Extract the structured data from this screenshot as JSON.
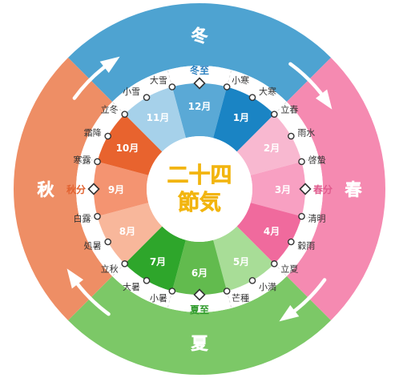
{
  "center_title_line1": "二十四",
  "center_title_line2": "節気",
  "seasons": [
    {
      "label": "冬",
      "color": "#4ea3d1"
    },
    {
      "label": "春",
      "color": "#f58ab1"
    },
    {
      "label": "夏",
      "color": "#7cc867"
    },
    {
      "label": "秋",
      "color": "#ee8e65"
    }
  ],
  "months": [
    {
      "label": "12月",
      "color": "#5aa9d6"
    },
    {
      "label": "1月",
      "color": "#1a84c4"
    },
    {
      "label": "2月",
      "color": "#f8b8d0"
    },
    {
      "label": "3月",
      "color": "#f8a0c2"
    },
    {
      "label": "4月",
      "color": "#f06a9d"
    },
    {
      "label": "5月",
      "color": "#a8dd97"
    },
    {
      "label": "6月",
      "color": "#62bb4e"
    },
    {
      "label": "7月",
      "color": "#2ea62b"
    },
    {
      "label": "8月",
      "color": "#f8b79b"
    },
    {
      "label": "9月",
      "color": "#f49471"
    },
    {
      "label": "10月",
      "color": "#e8632e"
    },
    {
      "label": "11月",
      "color": "#a6d1ea"
    }
  ],
  "solar_terms": [
    {
      "label": "冬至",
      "type": "major"
    },
    {
      "label": "小寒",
      "type": "minor"
    },
    {
      "label": "大寒",
      "type": "minor"
    },
    {
      "label": "立春",
      "type": "minor"
    },
    {
      "label": "雨水",
      "type": "minor"
    },
    {
      "label": "啓蟄",
      "type": "minor"
    },
    {
      "label": "春分",
      "type": "major"
    },
    {
      "label": "清明",
      "type": "minor"
    },
    {
      "label": "穀雨",
      "type": "minor"
    },
    {
      "label": "立夏",
      "type": "minor"
    },
    {
      "label": "小満",
      "type": "minor"
    },
    {
      "label": "芒種",
      "type": "minor"
    },
    {
      "label": "夏至",
      "type": "major"
    },
    {
      "label": "小暑",
      "type": "minor"
    },
    {
      "label": "大暑",
      "type": "minor"
    },
    {
      "label": "立秋",
      "type": "minor"
    },
    {
      "label": "処暑",
      "type": "minor"
    },
    {
      "label": "白露",
      "type": "minor"
    },
    {
      "label": "秋分",
      "type": "major"
    },
    {
      "label": "寒露",
      "type": "minor"
    },
    {
      "label": "霜降",
      "type": "minor"
    },
    {
      "label": "立冬",
      "type": "minor"
    },
    {
      "label": "小雪",
      "type": "minor"
    },
    {
      "label": "大雪",
      "type": "minor"
    }
  ]
}
